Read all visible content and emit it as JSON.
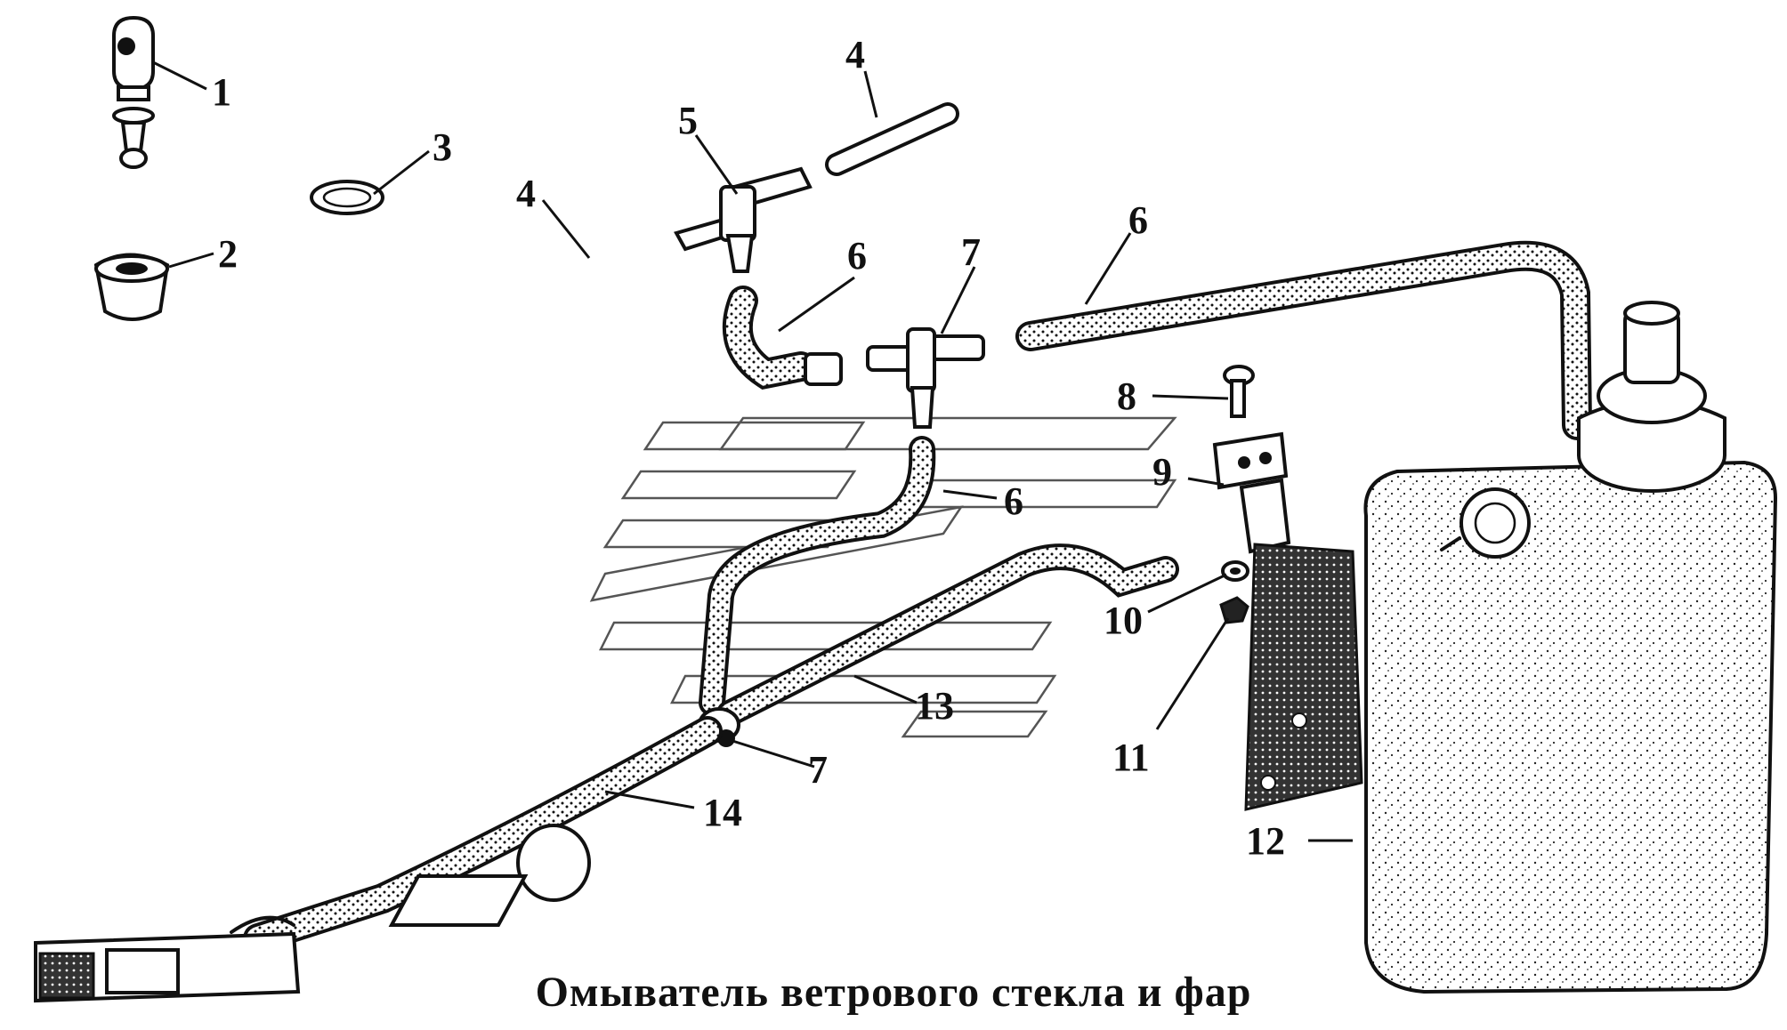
{
  "caption": "Омыватель ветрового стекла и фар",
  "callouts": {
    "c1": "1",
    "c2": "2",
    "c3": "3",
    "c4a": "4",
    "c4b": "4",
    "c5": "5",
    "c6a": "6",
    "c6b": "6",
    "c6c": "6",
    "c7a": "7",
    "c7b": "7",
    "c8": "8",
    "c9": "9",
    "c10": "10",
    "c11": "11",
    "c12": "12",
    "c13": "13",
    "c14": "14"
  }
}
